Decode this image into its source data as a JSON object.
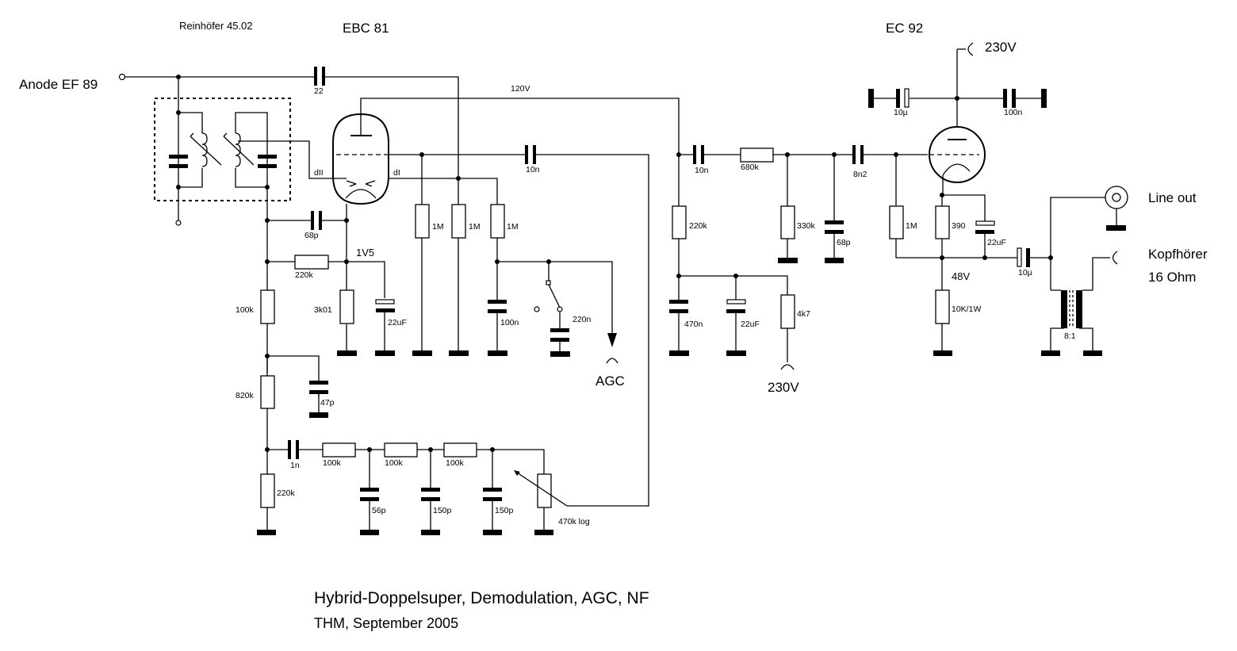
{
  "schematic": {
    "title": "Hybrid-Doppelsuper, Demodulation, AGC, NF",
    "subtitle": "THM, September 2005",
    "headings": {
      "filter": "Reinhöfer 45.02",
      "tube1": "EBC 81",
      "tube2": "EC 92"
    },
    "terminals": {
      "input": "Anode EF 89",
      "agc": "AGC",
      "supply_mid": "230V",
      "supply_top": "230V",
      "line_out": "Line out",
      "headphones_1": "Kopfhörer",
      "headphones_2": "16 Ohm"
    },
    "voltages": {
      "anode_supply": "120V",
      "bias": "1V5",
      "cathode": "48V"
    },
    "tube_pins": {
      "diode2": "dII",
      "diode1": "dI"
    },
    "components": {
      "c_22": "22",
      "c_68p_top": "68p",
      "r_220k_bias": "220k",
      "r_100k": "100k",
      "r_3k01": "3k01",
      "c_22uF_cath1": "22uF",
      "r_1M_a": "1M",
      "r_1M_b": "1M",
      "r_1M_c": "1M",
      "c_100n_agc": "100n",
      "c_220n_agc": "220n",
      "c_10n_grid": "10n",
      "r_820k": "820k",
      "c_47p": "47p",
      "c_1n": "1n",
      "r_220k_low": "220k",
      "r_100k_1": "100k",
      "r_100k_2": "100k",
      "r_100k_3": "100k",
      "c_56p": "56p",
      "c_150p_1": "150p",
      "c_150p_2": "150p",
      "pot_470k": "470k log",
      "c_10n_out": "10n",
      "r_680k": "680k",
      "r_220k_anode": "220k",
      "r_330k": "330k",
      "c_68p_mid": "68p",
      "c_8n2": "8n2",
      "c_470n": "470n",
      "c_22uF_supply": "22uF",
      "r_4k7": "4k7",
      "c_10u_top": "10µ",
      "c_100n_top": "100n",
      "r_1M_grid2": "1M",
      "r_390": "390",
      "c_22uF_cath2": "22uF",
      "c_10u_out": "10µ",
      "r_10k": "10K/1W",
      "transformer": "8:1"
    }
  }
}
